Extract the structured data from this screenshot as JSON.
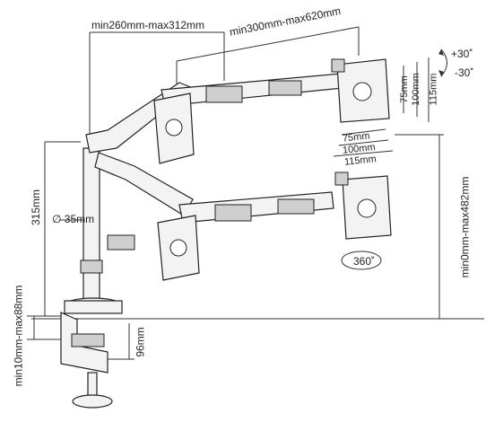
{
  "labels": {
    "min260_max312": "min260mm-max312mm",
    "min300_max620": "min300mm-max620mm",
    "tilt_up": "+30˚",
    "tilt_down": "-30˚",
    "v75": "75mm",
    "v100": "100mm",
    "v115": "115mm",
    "h75": "75mm",
    "h100": "100mm",
    "h115": "115mm",
    "height_315": "315mm",
    "diameter_35": "∅ 35mm",
    "height_482": "min0mm-max482mm",
    "rotate_360": "360˚",
    "clamp_thickness": "min10mm-max88mm",
    "clamp_depth": "96mm"
  }
}
